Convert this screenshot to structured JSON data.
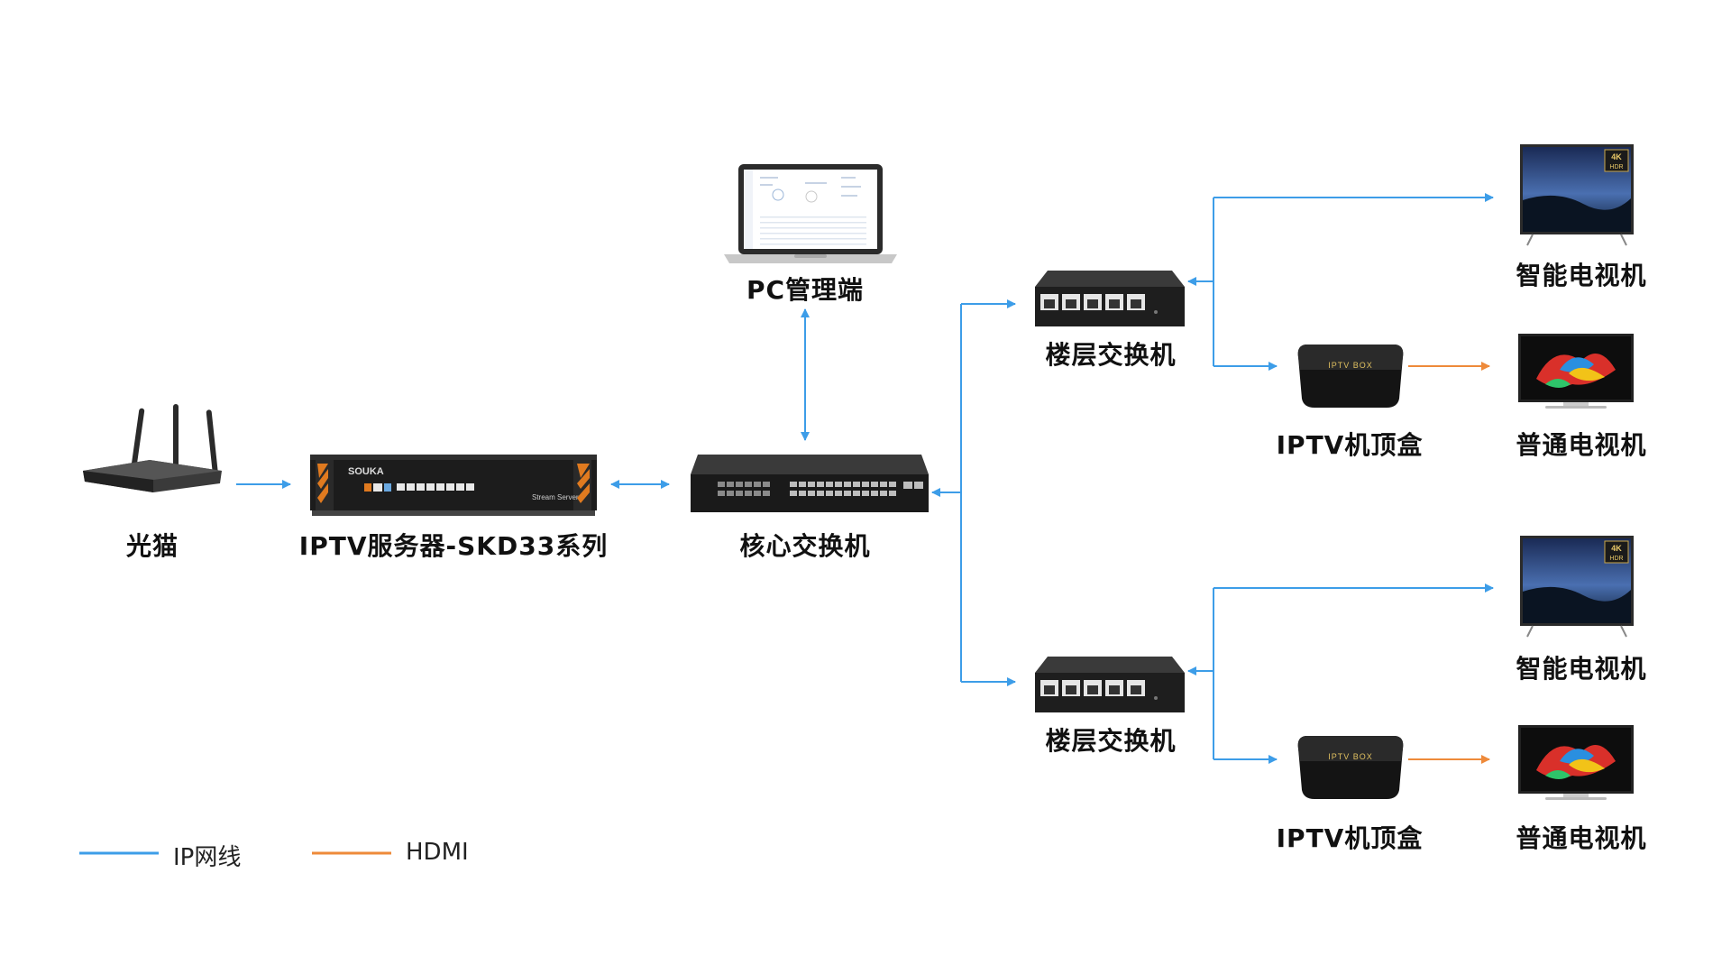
{
  "colors": {
    "ip_line": "#3d9de8",
    "hdmi_line": "#ee8a3a",
    "text": "#111111"
  },
  "nodes": {
    "modem": "光猫",
    "server": "IPTV服务器-SKD33系列",
    "server_brand": "SOUKA",
    "server_panel_text": "Stream  Server",
    "pc": "PC管理端",
    "core_switch": "核心交换机",
    "floor_switch_1": "楼层交换机",
    "floor_switch_2": "楼层交换机",
    "stb_1": "IPTV机顶盒",
    "stb_2": "IPTV机顶盒",
    "stb_text": "IPTV BOX",
    "smart_tv_1": "智能电视机",
    "smart_tv_2": "智能电视机",
    "tv_1": "普通电视机",
    "tv_2": "普通电视机",
    "badge_4k": "4K",
    "badge_hdr": "HDR"
  },
  "legend": {
    "ip": "IP网线",
    "hdmi": "HDMI"
  },
  "icons": [
    "router-icon",
    "server-icon",
    "laptop-icon",
    "switch-icon",
    "set-top-box-icon",
    "smart-tv-icon",
    "tv-icon"
  ]
}
